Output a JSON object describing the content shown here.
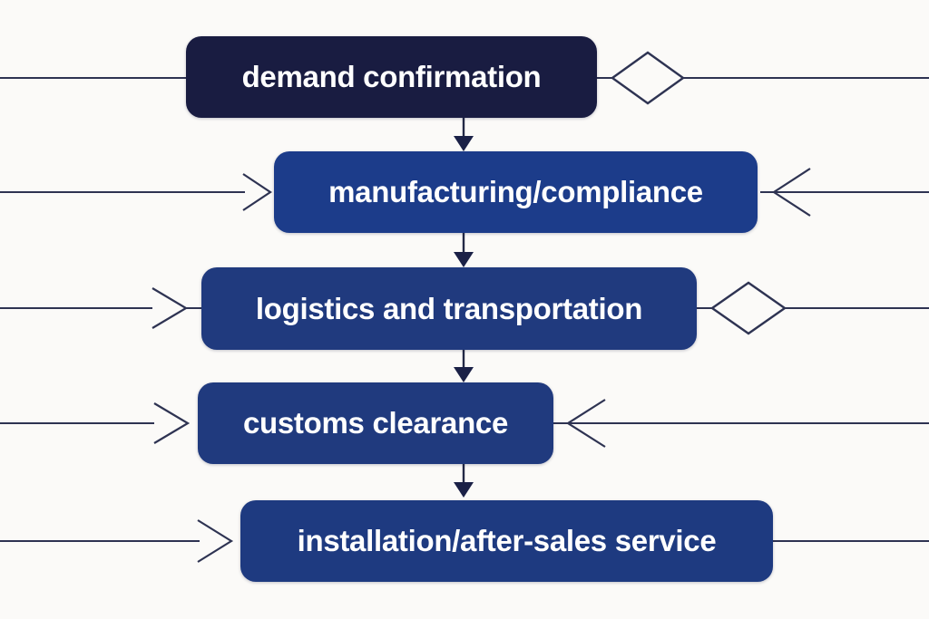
{
  "diagram": {
    "type": "flowchart",
    "colors": {
      "background": "#fbfaf8",
      "line": "#2e3352",
      "arrowhead_fill": "#1b2147",
      "node_text": "#ffffff"
    },
    "nodes": [
      {
        "id": 1,
        "label": "demand confirmation",
        "color": "#191c41"
      },
      {
        "id": 2,
        "label": "manufacturing/compliance",
        "color": "#1c3c8a"
      },
      {
        "id": 3,
        "label": "logistics and transportation",
        "color": "#203a7e"
      },
      {
        "id": 4,
        "label": "customs clearance",
        "color": "#203a7e"
      },
      {
        "id": 5,
        "label": "installation/after-sales service",
        "color": "#1e3a80"
      }
    ],
    "connections": [
      {
        "from": "demand confirmation",
        "to": "manufacturing/compliance",
        "style": "filled-down-arrow"
      },
      {
        "from": "manufacturing/compliance",
        "to": "logistics and transportation",
        "style": "filled-down-arrow"
      },
      {
        "from": "logistics and transportation",
        "to": "customs clearance",
        "style": "filled-down-arrow"
      },
      {
        "from": "customs clearance",
        "to": "installation/after-sales service",
        "style": "filled-down-arrow"
      }
    ],
    "side_links": [
      {
        "node": "demand confirmation",
        "side": "left",
        "shape": "plain-line"
      },
      {
        "node": "demand confirmation",
        "side": "right",
        "shape": "diamond-then-line"
      },
      {
        "node": "manufacturing/compliance",
        "side": "left",
        "shape": "line-with-inward-chevron"
      },
      {
        "node": "manufacturing/compliance",
        "side": "right",
        "shape": "line-with-inward-chevron"
      },
      {
        "node": "logistics and transportation",
        "side": "left",
        "shape": "line-with-inward-chevron"
      },
      {
        "node": "logistics and transportation",
        "side": "right",
        "shape": "diamond-then-line"
      },
      {
        "node": "customs clearance",
        "side": "left",
        "shape": "line-with-inward-chevron"
      },
      {
        "node": "customs clearance",
        "side": "right",
        "shape": "line-with-inward-chevron"
      },
      {
        "node": "installation/after-sales service",
        "side": "left",
        "shape": "line-with-inward-chevron"
      },
      {
        "node": "installation/after-sales service",
        "side": "right",
        "shape": "plain-line"
      }
    ]
  }
}
